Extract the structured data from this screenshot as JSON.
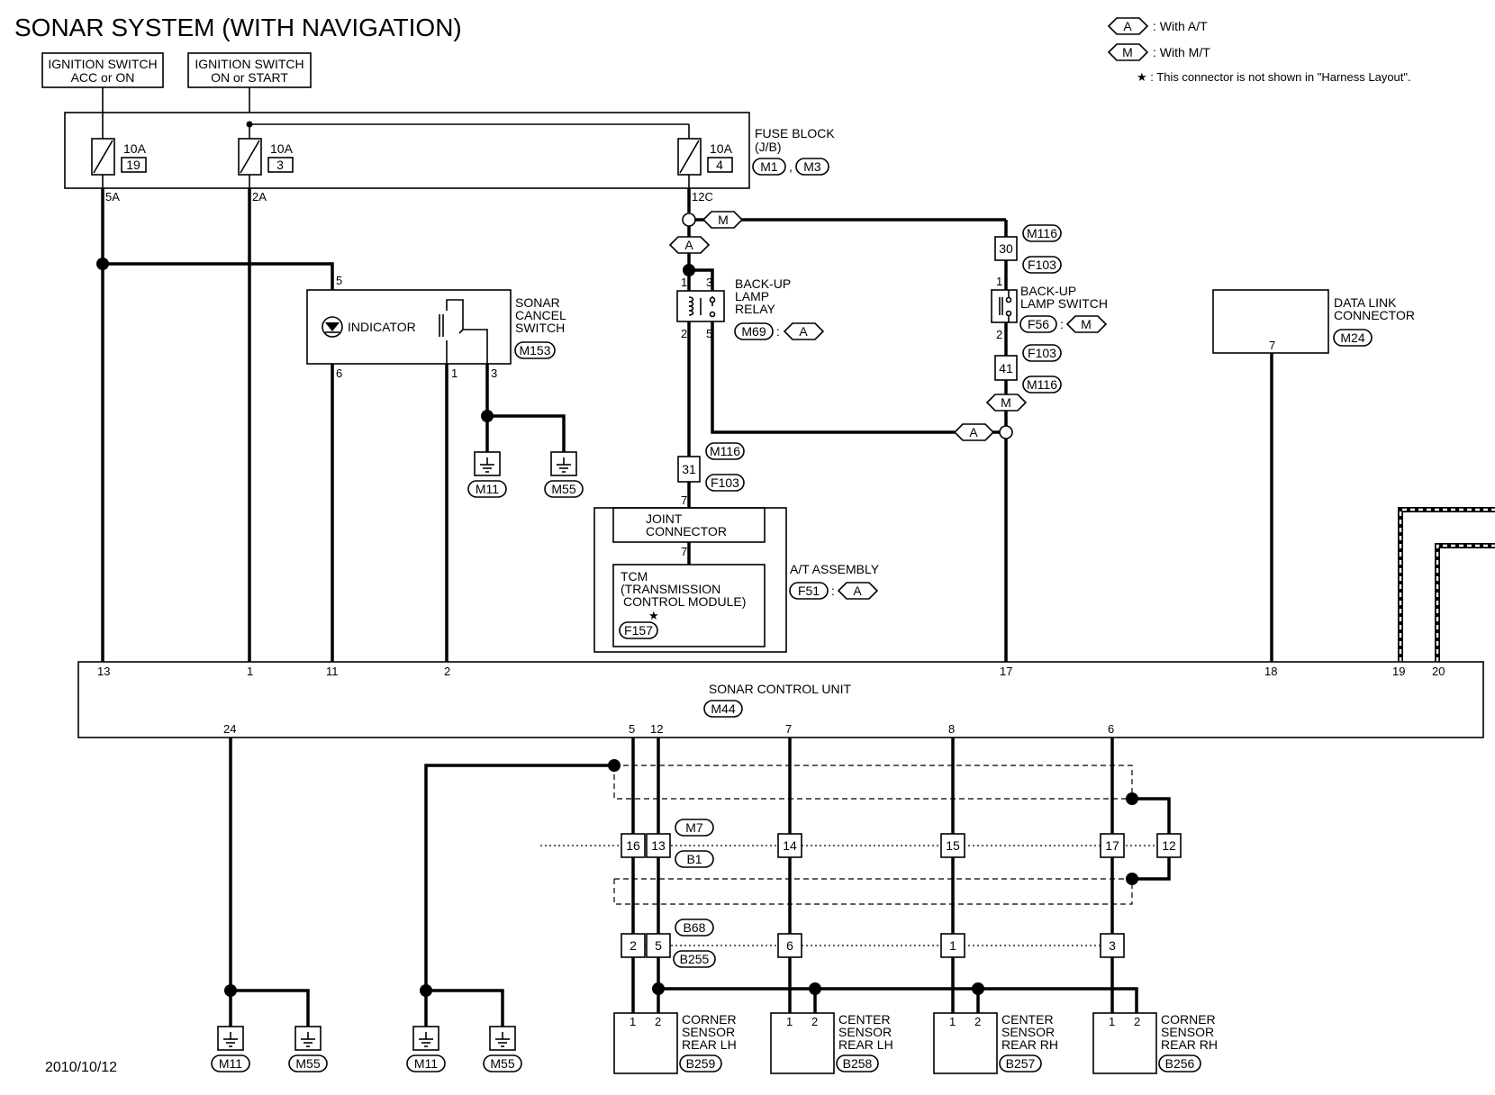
{
  "title": "SONAR SYSTEM (WITH NAVIGATION)",
  "date": "2010/10/12",
  "legend": {
    "a_symbol": "A",
    "a_text": ": With A/T",
    "m_symbol": "M",
    "m_text": ": With M/T",
    "star_note": "★ : This connector is not shown in \"Harness Layout\"."
  },
  "power": {
    "ign_acc": [
      "IGNITION SWITCH",
      "ACC or ON"
    ],
    "ign_on": [
      "IGNITION SWITCH",
      "ON or START"
    ]
  },
  "fuse_block": {
    "label": [
      "FUSE BLOCK",
      "(J/B)"
    ],
    "conn1": "M1",
    "conn2": "M3",
    "sep": ",",
    "fuses": [
      {
        "amp": "10A",
        "num": "19",
        "pin": "5A"
      },
      {
        "amp": "10A",
        "num": "3",
        "pin": "2A"
      },
      {
        "amp": "10A",
        "num": "4",
        "pin": "12C"
      }
    ]
  },
  "sonar_cancel": {
    "label": [
      "SONAR",
      "CANCEL",
      "SWITCH"
    ],
    "conn": "M153",
    "indicator": "INDICATOR",
    "pins": {
      "p5": "5",
      "p6": "6",
      "p1": "1",
      "p3": "3"
    }
  },
  "grounds": {
    "m11": "M11",
    "m55": "M55"
  },
  "relay": {
    "label": [
      "BACK-UP",
      "LAMP",
      "RELAY"
    ],
    "conn": "M69",
    "variant": "A",
    "pins": {
      "p1": "1",
      "p3": "3",
      "p2": "2",
      "p5": "5"
    }
  },
  "lamp_switch": {
    "label": [
      "BACK-UP",
      "LAMP SWITCH"
    ],
    "conn": "F56",
    "variant": "M",
    "pins": {
      "p1": "1",
      "p2": "2"
    }
  },
  "inline": {
    "c30": "30",
    "c41": "41",
    "c31": "31",
    "m116": "M116",
    "f103": "F103",
    "a": "A",
    "m": "M"
  },
  "at_assembly": {
    "label": "A/T ASSEMBLY",
    "conn": "F51",
    "variant": "A",
    "joint": [
      "JOINT",
      "CONNECTOR"
    ],
    "tcm": [
      "TCM",
      "(TRANSMISSION",
      "CONTROL MODULE)"
    ],
    "tcm_conn": "F157",
    "star": "★",
    "pin7": "7"
  },
  "dlc": {
    "label": [
      "DATA LINK",
      "CONNECTOR"
    ],
    "conn": "M24",
    "pin": "7"
  },
  "scu": {
    "label": "SONAR CONTROL UNIT",
    "conn": "M44",
    "top_pins": [
      "13",
      "1",
      "11",
      "2",
      "17",
      "18",
      "19",
      "20"
    ],
    "bottom_pins": [
      "24",
      "5",
      "12",
      "7",
      "8",
      "6"
    ]
  },
  "harness": {
    "m7": "M7",
    "b1": "B1",
    "b68": "B68",
    "b255": "B255",
    "row1": [
      "16",
      "13",
      "14",
      "15",
      "17",
      "12"
    ],
    "row2": [
      "2",
      "5",
      "6",
      "1",
      "3"
    ]
  },
  "sensors": [
    {
      "label": [
        "CORNER",
        "SENSOR",
        "REAR LH"
      ],
      "conn": "B259"
    },
    {
      "label": [
        "CENTER",
        "SENSOR",
        "REAR LH"
      ],
      "conn": "B258"
    },
    {
      "label": [
        "CENTER",
        "SENSOR",
        "REAR RH"
      ],
      "conn": "B257"
    },
    {
      "label": [
        "CORNER",
        "SENSOR",
        "REAR RH"
      ],
      "conn": "B256"
    }
  ],
  "sensor_pins": [
    "1",
    "2"
  ]
}
